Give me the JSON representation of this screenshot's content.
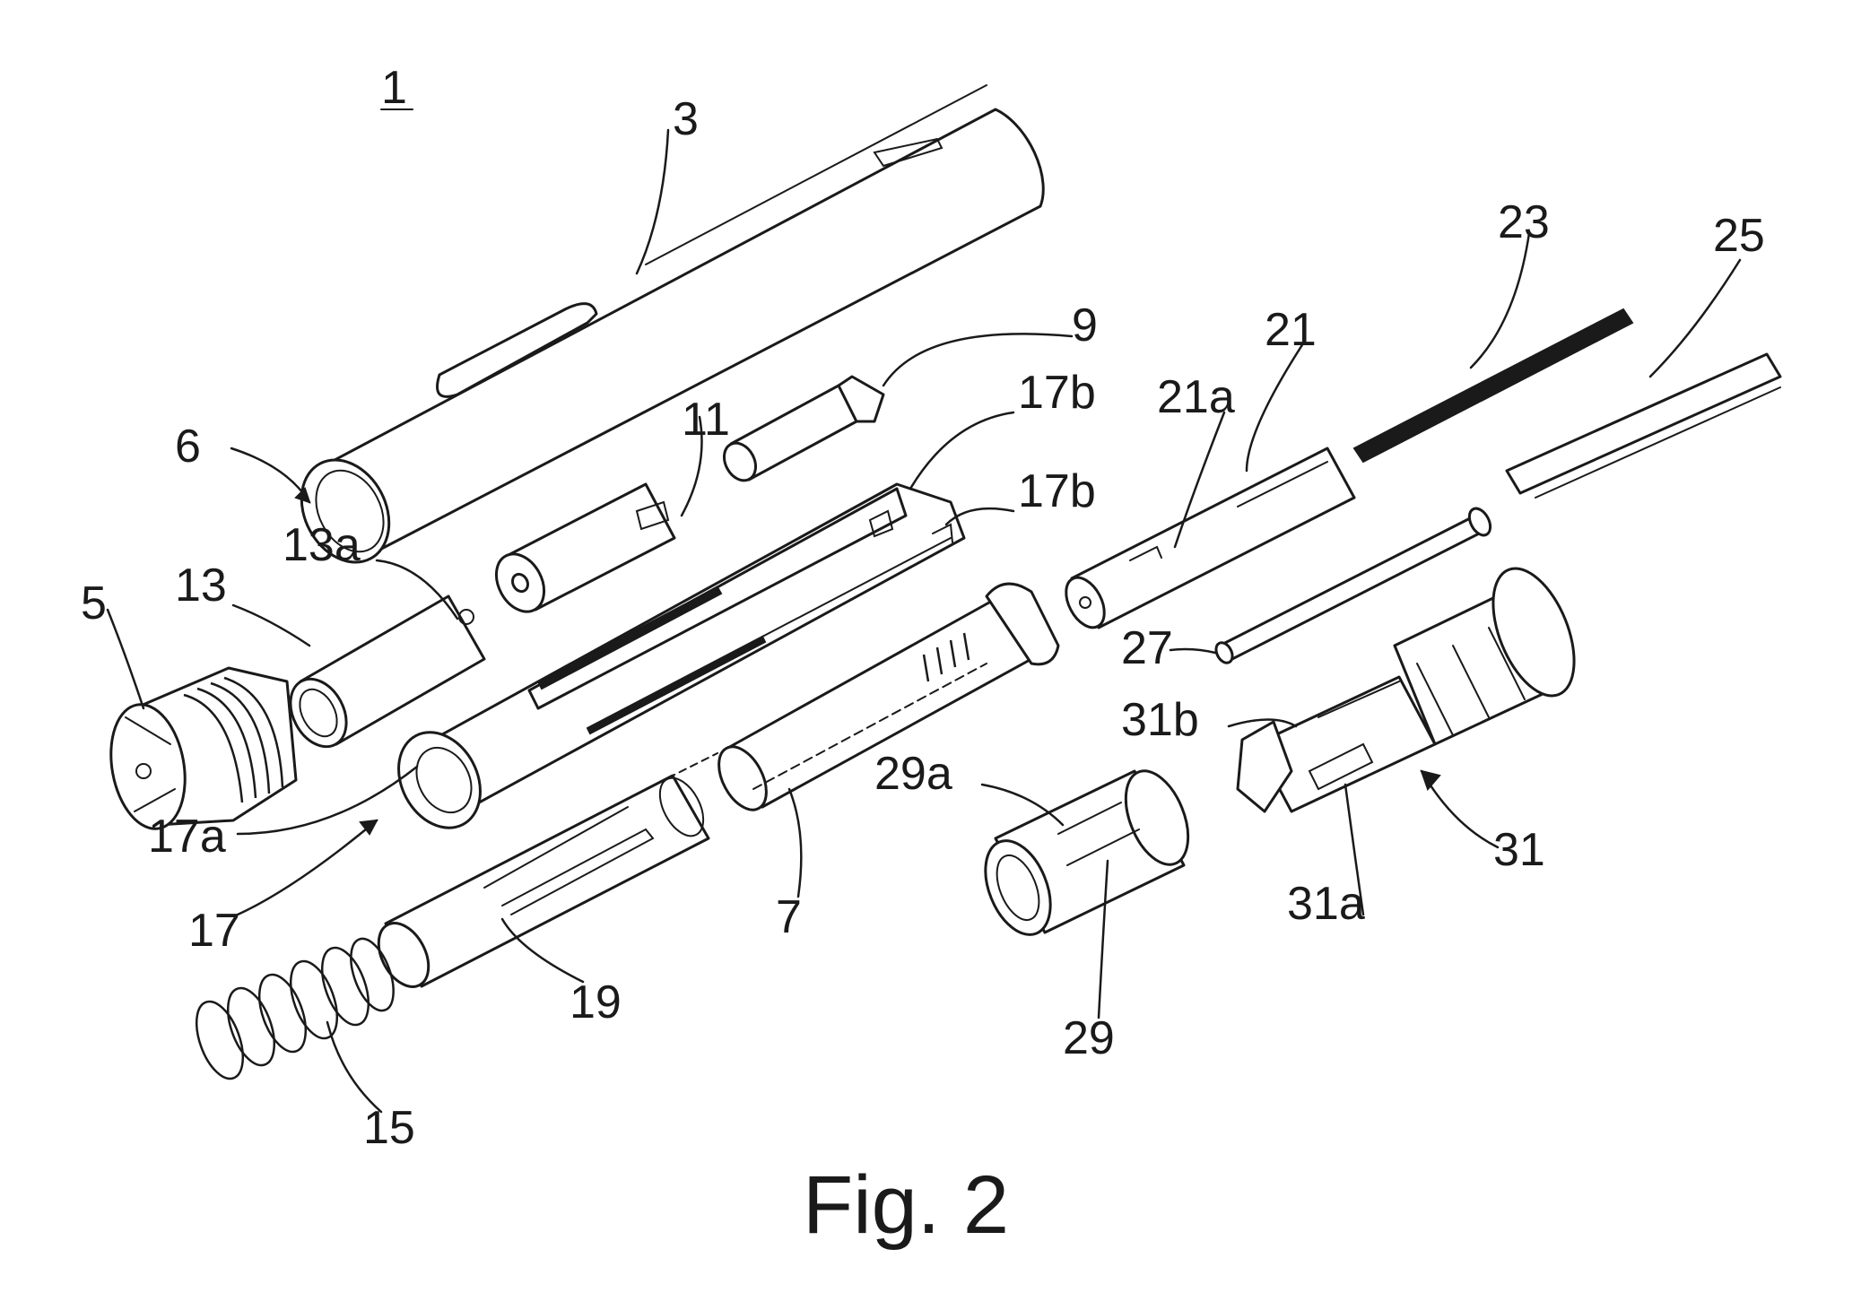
{
  "figure": {
    "caption": "Fig. 2",
    "assembly_ref": "1"
  },
  "references": {
    "r3": "3",
    "r5": "5",
    "r6": "6",
    "r7": "7",
    "r9": "9",
    "r11": "11",
    "r13": "13",
    "r13a": "13a",
    "r15": "15",
    "r17": "17",
    "r17a": "17a",
    "r17b_upper": "17b",
    "r17b_lower": "17b",
    "r19": "19",
    "r21": "21",
    "r21a": "21a",
    "r23": "23",
    "r25": "25",
    "r27": "27",
    "r29": "29",
    "r29a": "29a",
    "r31": "31",
    "r31a": "31a",
    "r31b": "31b"
  }
}
